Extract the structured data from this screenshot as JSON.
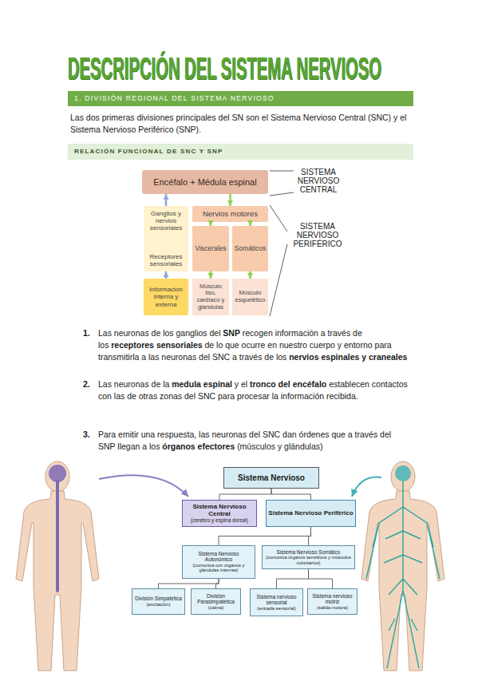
{
  "diagram": {
    "title": "DESCRIPCIÓN DEL SISTEMA NERVIOSO",
    "nodes": [
      {
        "text": [
          "1. DIVISIÓN REGIONAL DEL SISTEMA NERVIOSO"
        ]
      },
      {
        "text": [
          "RELACIÓN FUNCIONAL DE SNC Y SNP"
        ]
      },
      {
        "text": [
          "Encéfalo + Médula espinal"
        ]
      },
      {
        "text": [
          "Ganglios y nervios sensoriales",
          "Receptores sensoriales"
        ]
      },
      {
        "text": [
          "Información interna y externa"
        ]
      },
      {
        "text": [
          "Nervios motores"
        ]
      },
      {
        "text": [
          "Viscerales"
        ]
      },
      {
        "text": [
          "Somáticos"
        ]
      },
      {
        "text": [
          "Músculo liso, cardíaco y glándulas"
        ]
      },
      {
        "text": [
          "Músculo esquelético"
        ]
      },
      {
        "text": [
          "Sistema Nervioso"
        ]
      },
      {
        "text": [
          "Sistema Nervioso Central",
          "(cerebro y espina dorsal)"
        ]
      },
      {
        "text": [
          "Sistema Nervioso Periférico"
        ]
      },
      {
        "text": [
          "Sistema Nervioso Autonómico",
          "(comunica con órganos y glándulas internas)"
        ]
      },
      {
        "text": [
          "Sistema Nervioso Somático",
          "(comunica órganos sensitivos y músculos voluntarios)"
        ]
      },
      {
        "text": [
          "División Simpatética",
          "(excitación)"
        ]
      },
      {
        "text": [
          "División Parasimpatética",
          "(calma)"
        ]
      },
      {
        "text": [
          "Sistema nervioso sensorial",
          "(entrada sensorial)"
        ]
      },
      {
        "text": [
          "Sistema nervioso motriz",
          "(salida motora)"
        ]
      }
    ],
    "edges": [
      {
        "from": 4,
        "to": 3,
        "arrow": "to"
      },
      {
        "from": 3,
        "to": 2,
        "arrow": "to"
      },
      {
        "from": 2,
        "to": 5,
        "arrow": "to"
      },
      {
        "from": 5,
        "to": 6,
        "arrow": "to"
      },
      {
        "from": 5,
        "to": 7,
        "arrow": "to"
      },
      {
        "from": 6,
        "to": 8,
        "arrow": "to"
      },
      {
        "from": 7,
        "to": 9,
        "arrow": "to"
      },
      {
        "from": 10,
        "to": 11,
        "arrow": "none"
      },
      {
        "from": 10,
        "to": 12,
        "arrow": "none"
      },
      {
        "from": 12,
        "to": 13,
        "arrow": "none"
      },
      {
        "from": 12,
        "to": 14,
        "arrow": "none"
      },
      {
        "from": 13,
        "to": 15,
        "arrow": "none"
      },
      {
        "from": 13,
        "to": 16,
        "arrow": "none"
      },
      {
        "from": 14,
        "to": 17,
        "arrow": "none"
      },
      {
        "from": 14,
        "to": 18,
        "arrow": "none"
      }
    ],
    "labels": [
      "Las dos primeras divisiones principales del SN son el Sistema Nervioso Central (SNC) y el Sistema Nervioso Periférico (SNP).",
      "SISTEMA NERVIOSO CENTRAL",
      "SISTEMA NERVIOSO PERIFÉRICO",
      "1.",
      "Las neuronas de los ganglios del",
      "SNP",
      "recogen información a través de los",
      "receptores sensoriales",
      "de lo que ocurre en nuestro cuerpo y entorno para transmitirla a las neuronas del SNC a través de los",
      "nervios espinales y craneales",
      "2.",
      "Las neuronas de la",
      "medula espinal",
      "y el",
      "tronco del encéfalo",
      "establecen contactos con las de otras zonas del SNC para procesar la información recibida.",
      "3.",
      "Para emitir una respuesta, las neuronas del SNC dan órdenes que a través del SNP llegan a los",
      "órganos efectores",
      "(músculos y glándulas)"
    ]
  }
}
